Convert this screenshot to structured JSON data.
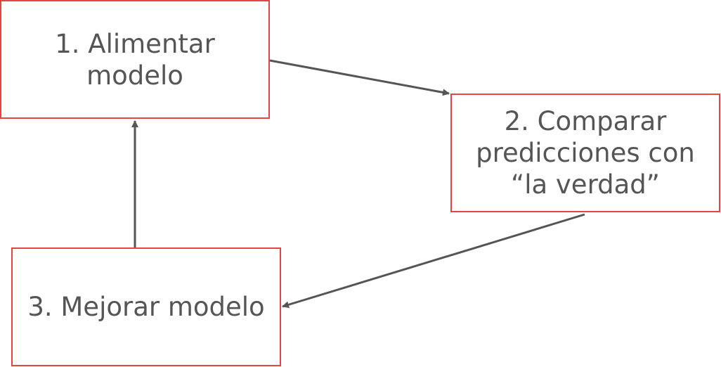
{
  "steps": [
    {
      "line1": "1. Alimentar",
      "line2": "modelo"
    },
    {
      "line1": "2. Comparar",
      "line2": "predicciones con",
      "line3": "“la verdad”"
    },
    {
      "line1": "3. Mejorar modelo"
    }
  ],
  "colors": {
    "box_border": "#e84343",
    "text": "#555555",
    "arrow": "#555555"
  }
}
